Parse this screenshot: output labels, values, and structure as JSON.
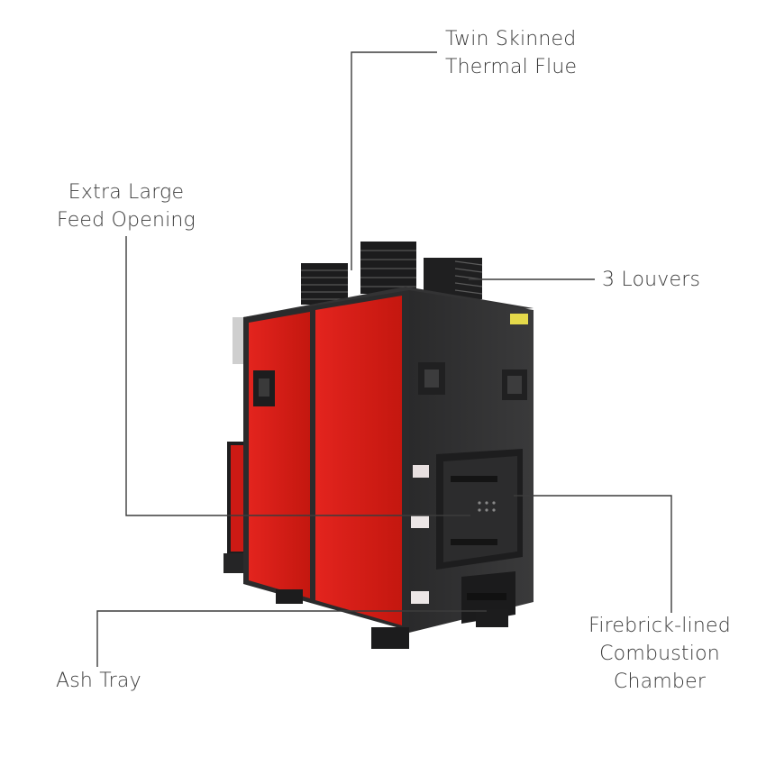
{
  "labels": {
    "flue": [
      "Twin Skinned",
      "Thermal Flue"
    ],
    "feed": [
      "Extra Large",
      "Feed Opening"
    ],
    "louvers": [
      "3 Louvers"
    ],
    "combustion": [
      "Firebrick-lined",
      "Combustion",
      "Chamber"
    ],
    "ash": [
      "Ash Tray"
    ]
  },
  "colors": {
    "red_panel": "#d51e1a",
    "dark_body": "#2f2f30",
    "leader_line": "#3c3c3c",
    "text": "#3a3a3a"
  }
}
